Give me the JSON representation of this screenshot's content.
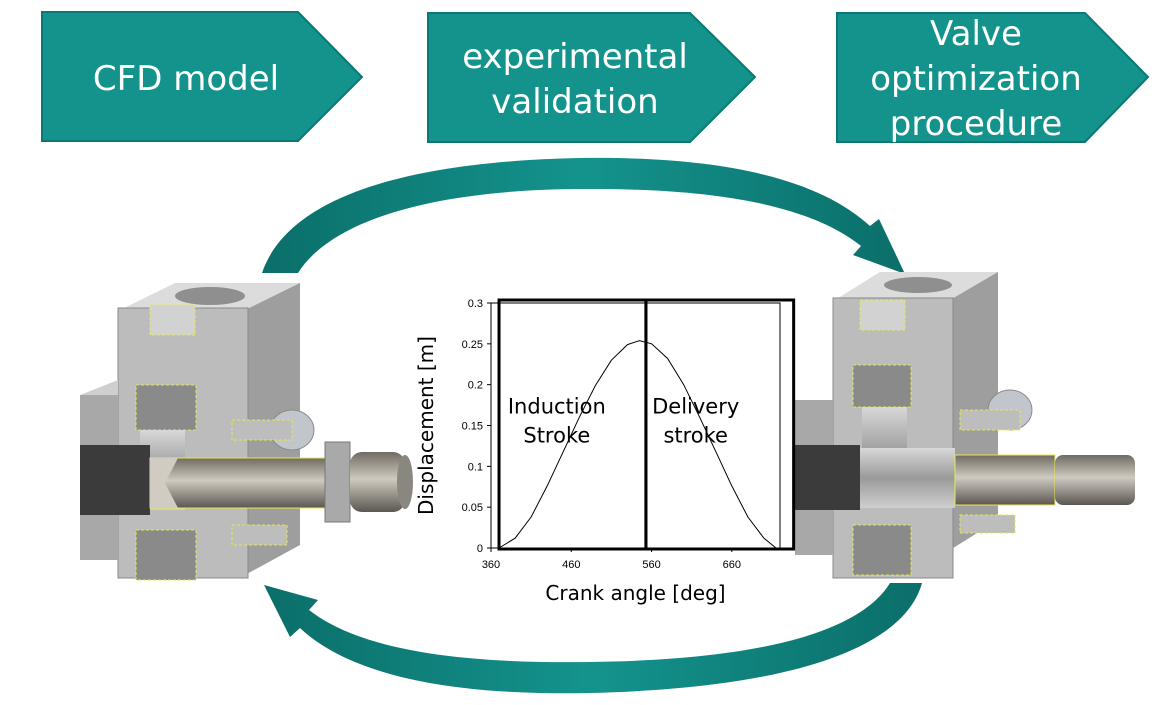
{
  "steps": [
    {
      "lines": [
        "CFD model"
      ]
    },
    {
      "lines": [
        "experimental",
        "validation"
      ]
    },
    {
      "lines": [
        "Valve",
        "optimization",
        "procedure"
      ]
    }
  ],
  "colors": {
    "teal": "#14938d",
    "teal_dark": "#0b6e69",
    "part_gray": "#b9b9b9",
    "outline": "#e8e84a"
  },
  "icons": {
    "left_model": "pump-cutaway-icon",
    "right_model": "pump-cutaway-icon",
    "top_arrow": "curved-arrow-icon",
    "bottom_arrow": "curved-arrow-icon"
  },
  "chart_data": {
    "type": "line",
    "xlabel": "Crank angle [deg]",
    "ylabel": "Displacement [m]",
    "xlim": [
      360,
      720
    ],
    "ylim": [
      0,
      0.3
    ],
    "xticks": [
      "360",
      "460",
      "560",
      "660"
    ],
    "yticks": [
      "0",
      "0.05",
      "0.1",
      "0.15",
      "0.2",
      "0.25",
      "0.3"
    ],
    "series": [
      {
        "x": [
          370,
          390,
          410,
          430,
          450,
          470,
          490,
          510,
          530,
          545,
          560,
          580,
          600,
          620,
          640,
          660,
          680,
          700,
          715
        ],
        "y": [
          0.0,
          0.012,
          0.038,
          0.076,
          0.118,
          0.16,
          0.199,
          0.23,
          0.249,
          0.254,
          0.25,
          0.232,
          0.2,
          0.16,
          0.118,
          0.076,
          0.038,
          0.012,
          0.0
        ]
      }
    ],
    "annotations": [
      {
        "lines": [
          "Induction",
          "Stroke"
        ],
        "x": 442,
        "y": 0.15
      },
      {
        "lines": [
          "Delivery",
          "stroke"
        ],
        "x": 615,
        "y": 0.15
      }
    ],
    "boxes": [
      {
        "x0": 370,
        "x1": 553
      },
      {
        "x0": 553,
        "x1": 737
      }
    ],
    "grid": false
  }
}
